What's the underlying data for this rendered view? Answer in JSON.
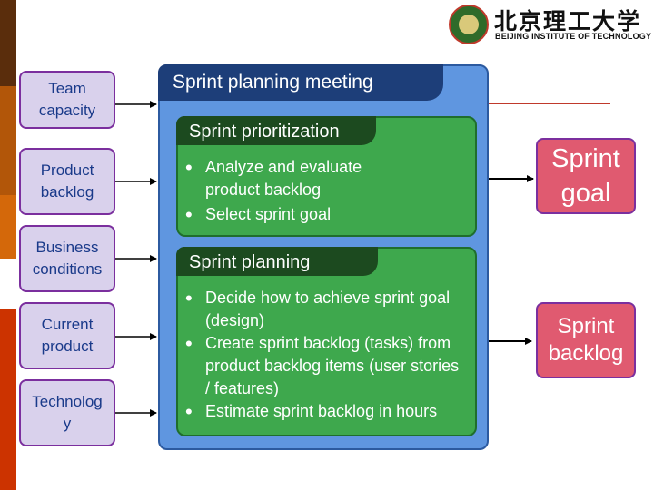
{
  "logo": {
    "chinese_name": "北京理工大学",
    "english_name": "BEIJING INSTITUTE OF TECHNOLOGY",
    "emblem_icon": "university-seal-icon"
  },
  "inputs": [
    {
      "label": "Team capacity"
    },
    {
      "label": "Product backlog"
    },
    {
      "label": "Business conditions"
    },
    {
      "label": "Current product"
    },
    {
      "label": "Technolog y"
    }
  ],
  "meeting": {
    "title": "Sprint planning meeting",
    "prioritization": {
      "title": "Sprint prioritization",
      "bullets": [
        "Analyze and evaluate product backlog",
        "Select sprint goal"
      ]
    },
    "planning": {
      "title": "Sprint planning",
      "bullets": [
        "Decide how to achieve sprint goal (design)",
        "Create sprint backlog (tasks) from product backlog items (user stories / features)",
        "Estimate sprint backlog in hours"
      ]
    }
  },
  "outputs": [
    {
      "label": "Sprint goal"
    },
    {
      "label": "Sprint backlog"
    }
  ],
  "colors": {
    "strip": [
      "#5a2d0c",
      "#b25609",
      "#d4680a",
      "#ffffff",
      "#cc3300"
    ],
    "input_fill": "#d9d1ec",
    "meeting_fill": "#5f96e0",
    "section_fill": "#3ea84d",
    "output_fill": "#e05a70"
  }
}
